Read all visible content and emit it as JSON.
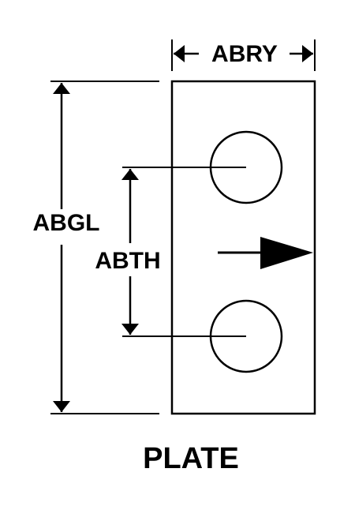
{
  "labels": {
    "width_dim": "ABRY",
    "overall_length_dim": "ABGL",
    "hole_spacing_dim": "ABTH",
    "part_name": "PLATE"
  },
  "colors": {
    "ink": "#000000",
    "background": "#ffffff"
  }
}
